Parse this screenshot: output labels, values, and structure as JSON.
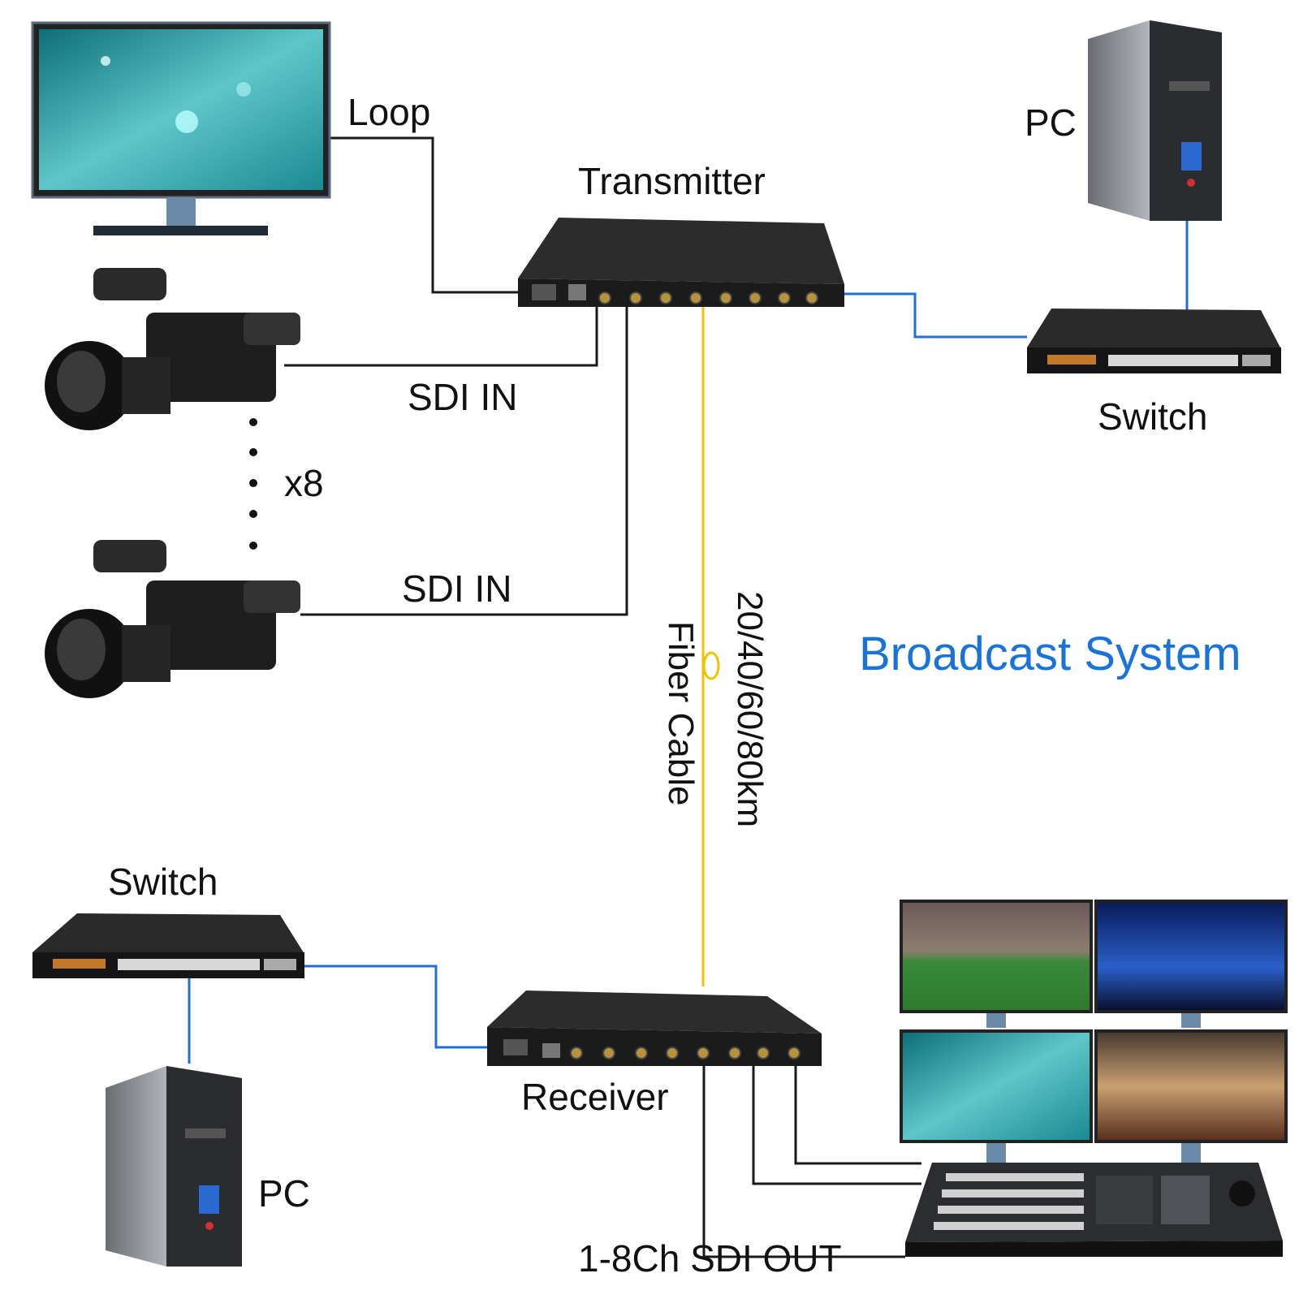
{
  "labels": {
    "loop": "Loop",
    "transmitter": "Transmitter",
    "pc_top": "PC",
    "switch_top": "Switch",
    "sdi_in_1": "SDI IN",
    "multiplier": "x8",
    "sdi_in_2": "SDI IN",
    "distance": "20/40/60/80km",
    "fiber_cable": "Fiber Cable",
    "system_title": "Broadcast System",
    "switch_bottom": "Switch",
    "receiver": "Receiver",
    "pc_bottom": "PC",
    "sdi_out": "1-8Ch SDI OUT"
  },
  "colors": {
    "sdi_line": "#1a1a1a",
    "ethernet_line": "#1f6fd6",
    "fiber_line": "#f2c200",
    "title": "#1a73d9"
  }
}
